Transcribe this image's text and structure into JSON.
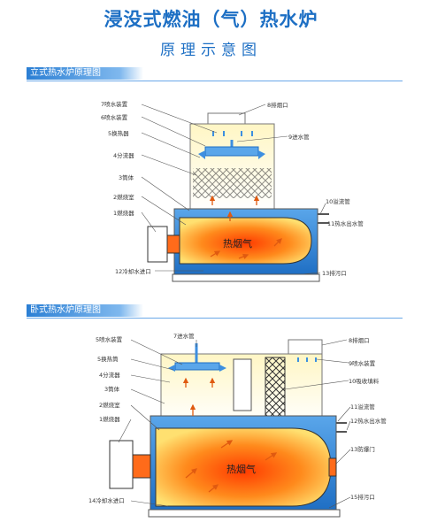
{
  "header": {
    "title": "浸没式燃油（气）热水炉",
    "subtitle": "原理示意图"
  },
  "vertical": {
    "banner": "立式热水炉原理图",
    "labels": {
      "l7": "7喷水装置",
      "l6": "6喷水装置",
      "l5": "5换热器",
      "l4": "4分流器",
      "l3": "3筒体",
      "l2": "2燃烧室",
      "l1": "1燃烧器",
      "l8": "8排烟口",
      "l9": "9进水管",
      "l10": "10溢流管",
      "l11": "11热水出水管",
      "l12": "12冷却水进口",
      "l13": "13排污口",
      "hot": "热烟气"
    }
  },
  "horizontal": {
    "banner": "卧式热水炉原理图",
    "labels": {
      "l5a": "5喷水装置",
      "l5b": "5换热筒",
      "l4": "4分流器",
      "l3": "3筒体",
      "l2": "2燃烧室",
      "l1": "1燃烧器",
      "l7": "7进水管",
      "l8": "8排烟口",
      "l9": "9喷水装置",
      "l10": "10吸收填料",
      "l11": "11溢流管",
      "l12": "12热水出水管",
      "l13": "13防爆门",
      "l14": "14冷却水进口",
      "l15": "15排污口",
      "hot": "热烟气"
    }
  },
  "colors": {
    "title": "#1d6fc4",
    "water": "#3d8fe0",
    "hot_core": "#ff3b00",
    "hot_edge": "#ffe070"
  }
}
